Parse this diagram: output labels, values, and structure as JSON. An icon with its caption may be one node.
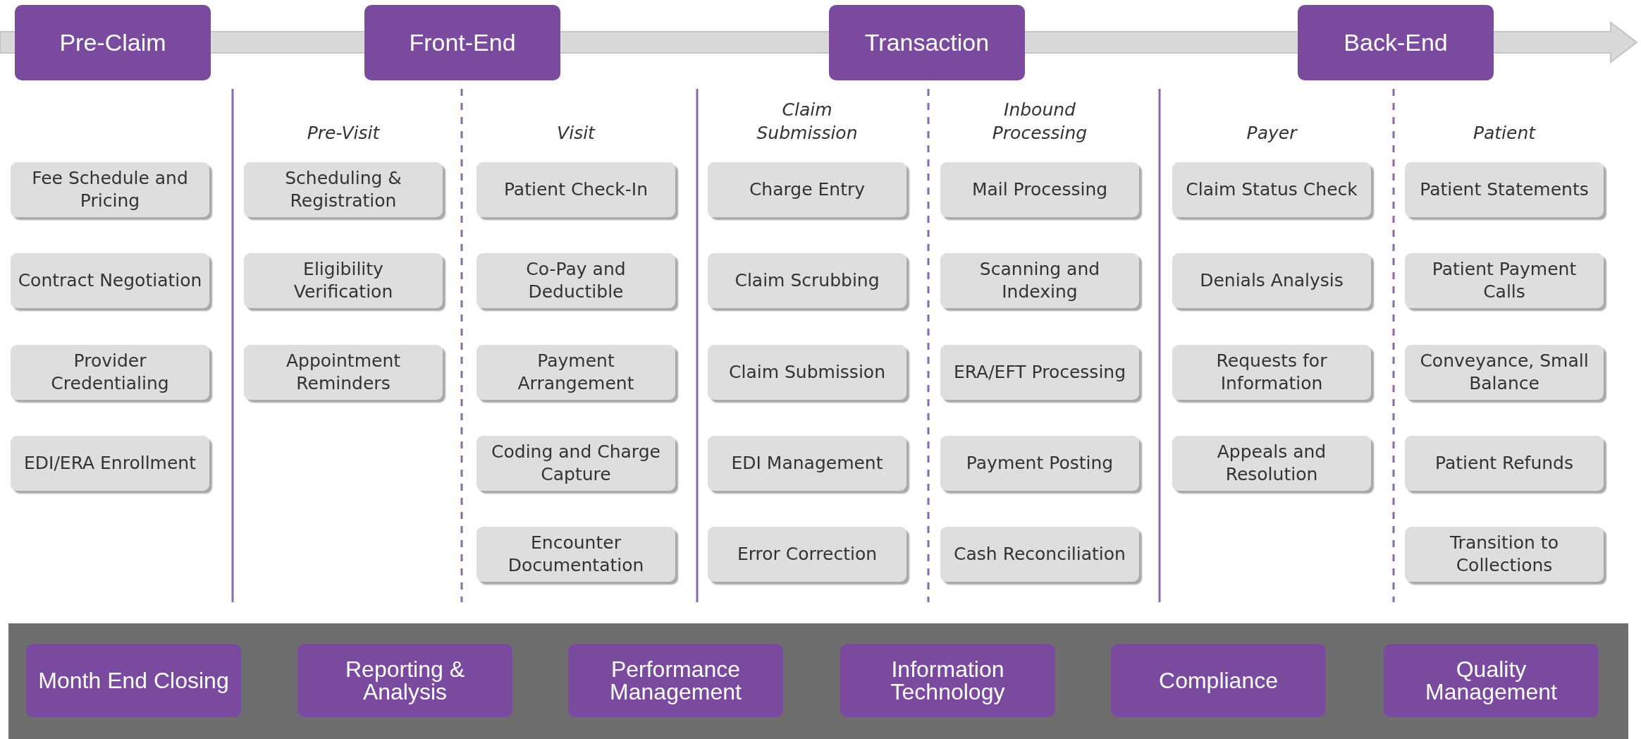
{
  "diagram": {
    "nodes": [
      {
        "text": [
          "Pre-Claim"
        ]
      },
      {
        "text": [
          "Front-End"
        ]
      },
      {
        "text": [
          "Transaction"
        ]
      },
      {
        "text": [
          "Back-End"
        ]
      },
      {
        "text": [
          "Fee Schedule and Pricing"
        ]
      },
      {
        "text": [
          "Contract Negotiation"
        ]
      },
      {
        "text": [
          "Provider Credentialing"
        ]
      },
      {
        "text": [
          "EDI/ERA Enrollment"
        ]
      },
      {
        "text": [
          "Scheduling & Registration"
        ]
      },
      {
        "text": [
          "Eligibility Verification"
        ]
      },
      {
        "text": [
          "Appointment Reminders"
        ]
      },
      {
        "text": [
          "Patient Check-In"
        ]
      },
      {
        "text": [
          "Co-Pay and Deductible"
        ]
      },
      {
        "text": [
          "Payment Arrangement"
        ]
      },
      {
        "text": [
          "Coding and Charge Capture"
        ]
      },
      {
        "text": [
          "Encounter Documentation"
        ]
      },
      {
        "text": [
          "Charge Entry"
        ]
      },
      {
        "text": [
          "Claim Scrubbing"
        ]
      },
      {
        "text": [
          "Claim Submission"
        ]
      },
      {
        "text": [
          "EDI Management"
        ]
      },
      {
        "text": [
          "Error Correction"
        ]
      },
      {
        "text": [
          "Mail Processing"
        ]
      },
      {
        "text": [
          "Scanning and Indexing"
        ]
      },
      {
        "text": [
          "ERA/EFT Processing"
        ]
      },
      {
        "text": [
          "Payment Posting"
        ]
      },
      {
        "text": [
          "Cash Reconciliation"
        ]
      },
      {
        "text": [
          "Claim Status Check"
        ]
      },
      {
        "text": [
          "Denials Analysis"
        ]
      },
      {
        "text": [
          "Requests for Information"
        ]
      },
      {
        "text": [
          "Appeals and Resolution"
        ]
      },
      {
        "text": [
          "Patient Statements"
        ]
      },
      {
        "text": [
          "Patient Payment Calls"
        ]
      },
      {
        "text": [
          "Conveyance, Small Balance"
        ]
      },
      {
        "text": [
          "Patient Refunds"
        ]
      },
      {
        "text": [
          "Transition to Collections"
        ]
      },
      {
        "text": [
          "Month End Closing"
        ]
      },
      {
        "text": [
          "Reporting & Analysis"
        ]
      },
      {
        "text": [
          "Performance Management"
        ]
      },
      {
        "text": [
          "Information Technology"
        ]
      },
      {
        "text": [
          "Compliance"
        ]
      },
      {
        "text": [
          "Quality Management"
        ]
      }
    ],
    "labels": [
      "Pre-Visit",
      "Visit",
      "Claim Submission",
      "Inbound Processing",
      "Payer",
      "Patient"
    ]
  }
}
